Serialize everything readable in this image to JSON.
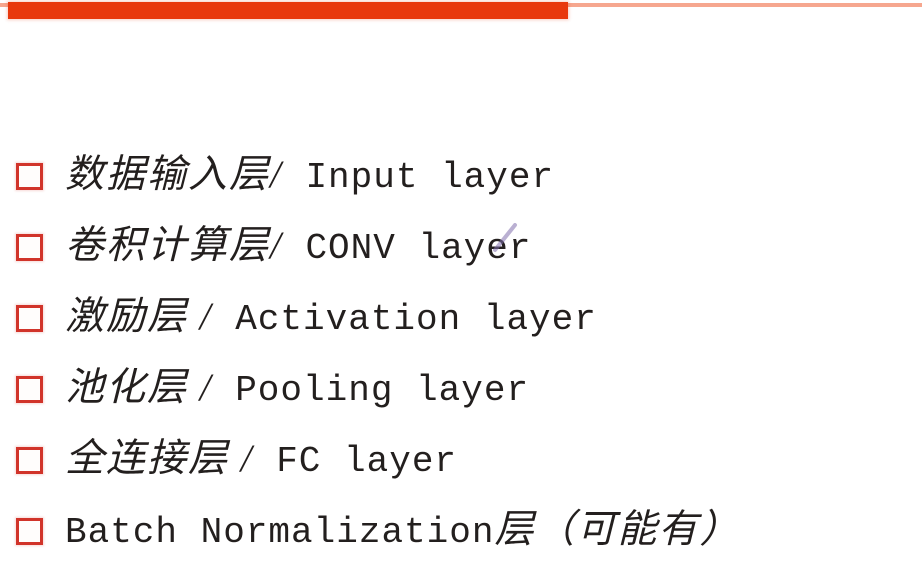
{
  "slide": {
    "background_color": "#ffffff",
    "accent_bar": {
      "thick_color": "#e8380d",
      "thin_color": "#f6a78f"
    },
    "bullet_marker": {
      "icon": "empty-checkbox-icon",
      "glyph": "□",
      "color": "#d1342a"
    },
    "text_color": "#231f1e",
    "annotation": {
      "icon": "pen-stroke-icon",
      "color": "#7b62a8"
    }
  },
  "list": {
    "items": [
      {
        "cn": "数据输入层/",
        "latin": " Input layer",
        "full": "数据输入层/ Input layer"
      },
      {
        "cn": "卷积计算层/",
        "latin": " CONV layer",
        "full": "卷积计算层/ CONV layer"
      },
      {
        "cn": "激励层 /",
        "latin": " Activation layer",
        "full": "激励层 / Activation layer"
      },
      {
        "cn": "池化层 /",
        "latin": " Pooling layer",
        "full": "池化层 / Pooling layer"
      },
      {
        "cn": "全连接层 /",
        "latin": " FC layer",
        "full": "全连接层 / FC layer"
      },
      {
        "cn": "层（可能有）",
        "latin": "Batch Normalization",
        "full": "Batch Normalization层（可能有）"
      }
    ]
  }
}
